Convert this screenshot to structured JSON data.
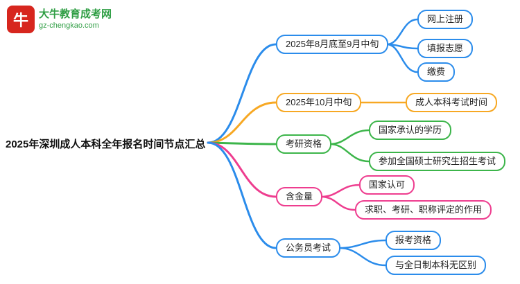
{
  "logo": {
    "icon_glyph": "牛",
    "brand": "大牛教育成考网",
    "domain": "gz-chengkao.com",
    "brand_color": "#2f9e44",
    "icon_color": "#d7261e"
  },
  "root": {
    "label": "2025年深圳成人本科全年报名时间节点汇总"
  },
  "branches": [
    {
      "label": "2025年8月底至9月中旬",
      "color": "#2b8ceb",
      "children": [
        "网上注册",
        "填报志愿",
        "缴费"
      ]
    },
    {
      "label": "2025年10月中旬",
      "color": "#f7a823",
      "children": [
        "成人本科考试时间"
      ]
    },
    {
      "label": "考研资格",
      "color": "#3cb54a",
      "children": [
        "国家承认的学历",
        "参加全国硕士研究生招生考试"
      ]
    },
    {
      "label": "含金量",
      "color": "#ee3d8f",
      "children": [
        "国家认可",
        "求职、考研、职称评定的作用"
      ]
    },
    {
      "label": "公务员考试",
      "color": "#2b8ceb",
      "children": [
        "报考资格",
        "与全日制本科无区别"
      ]
    }
  ]
}
